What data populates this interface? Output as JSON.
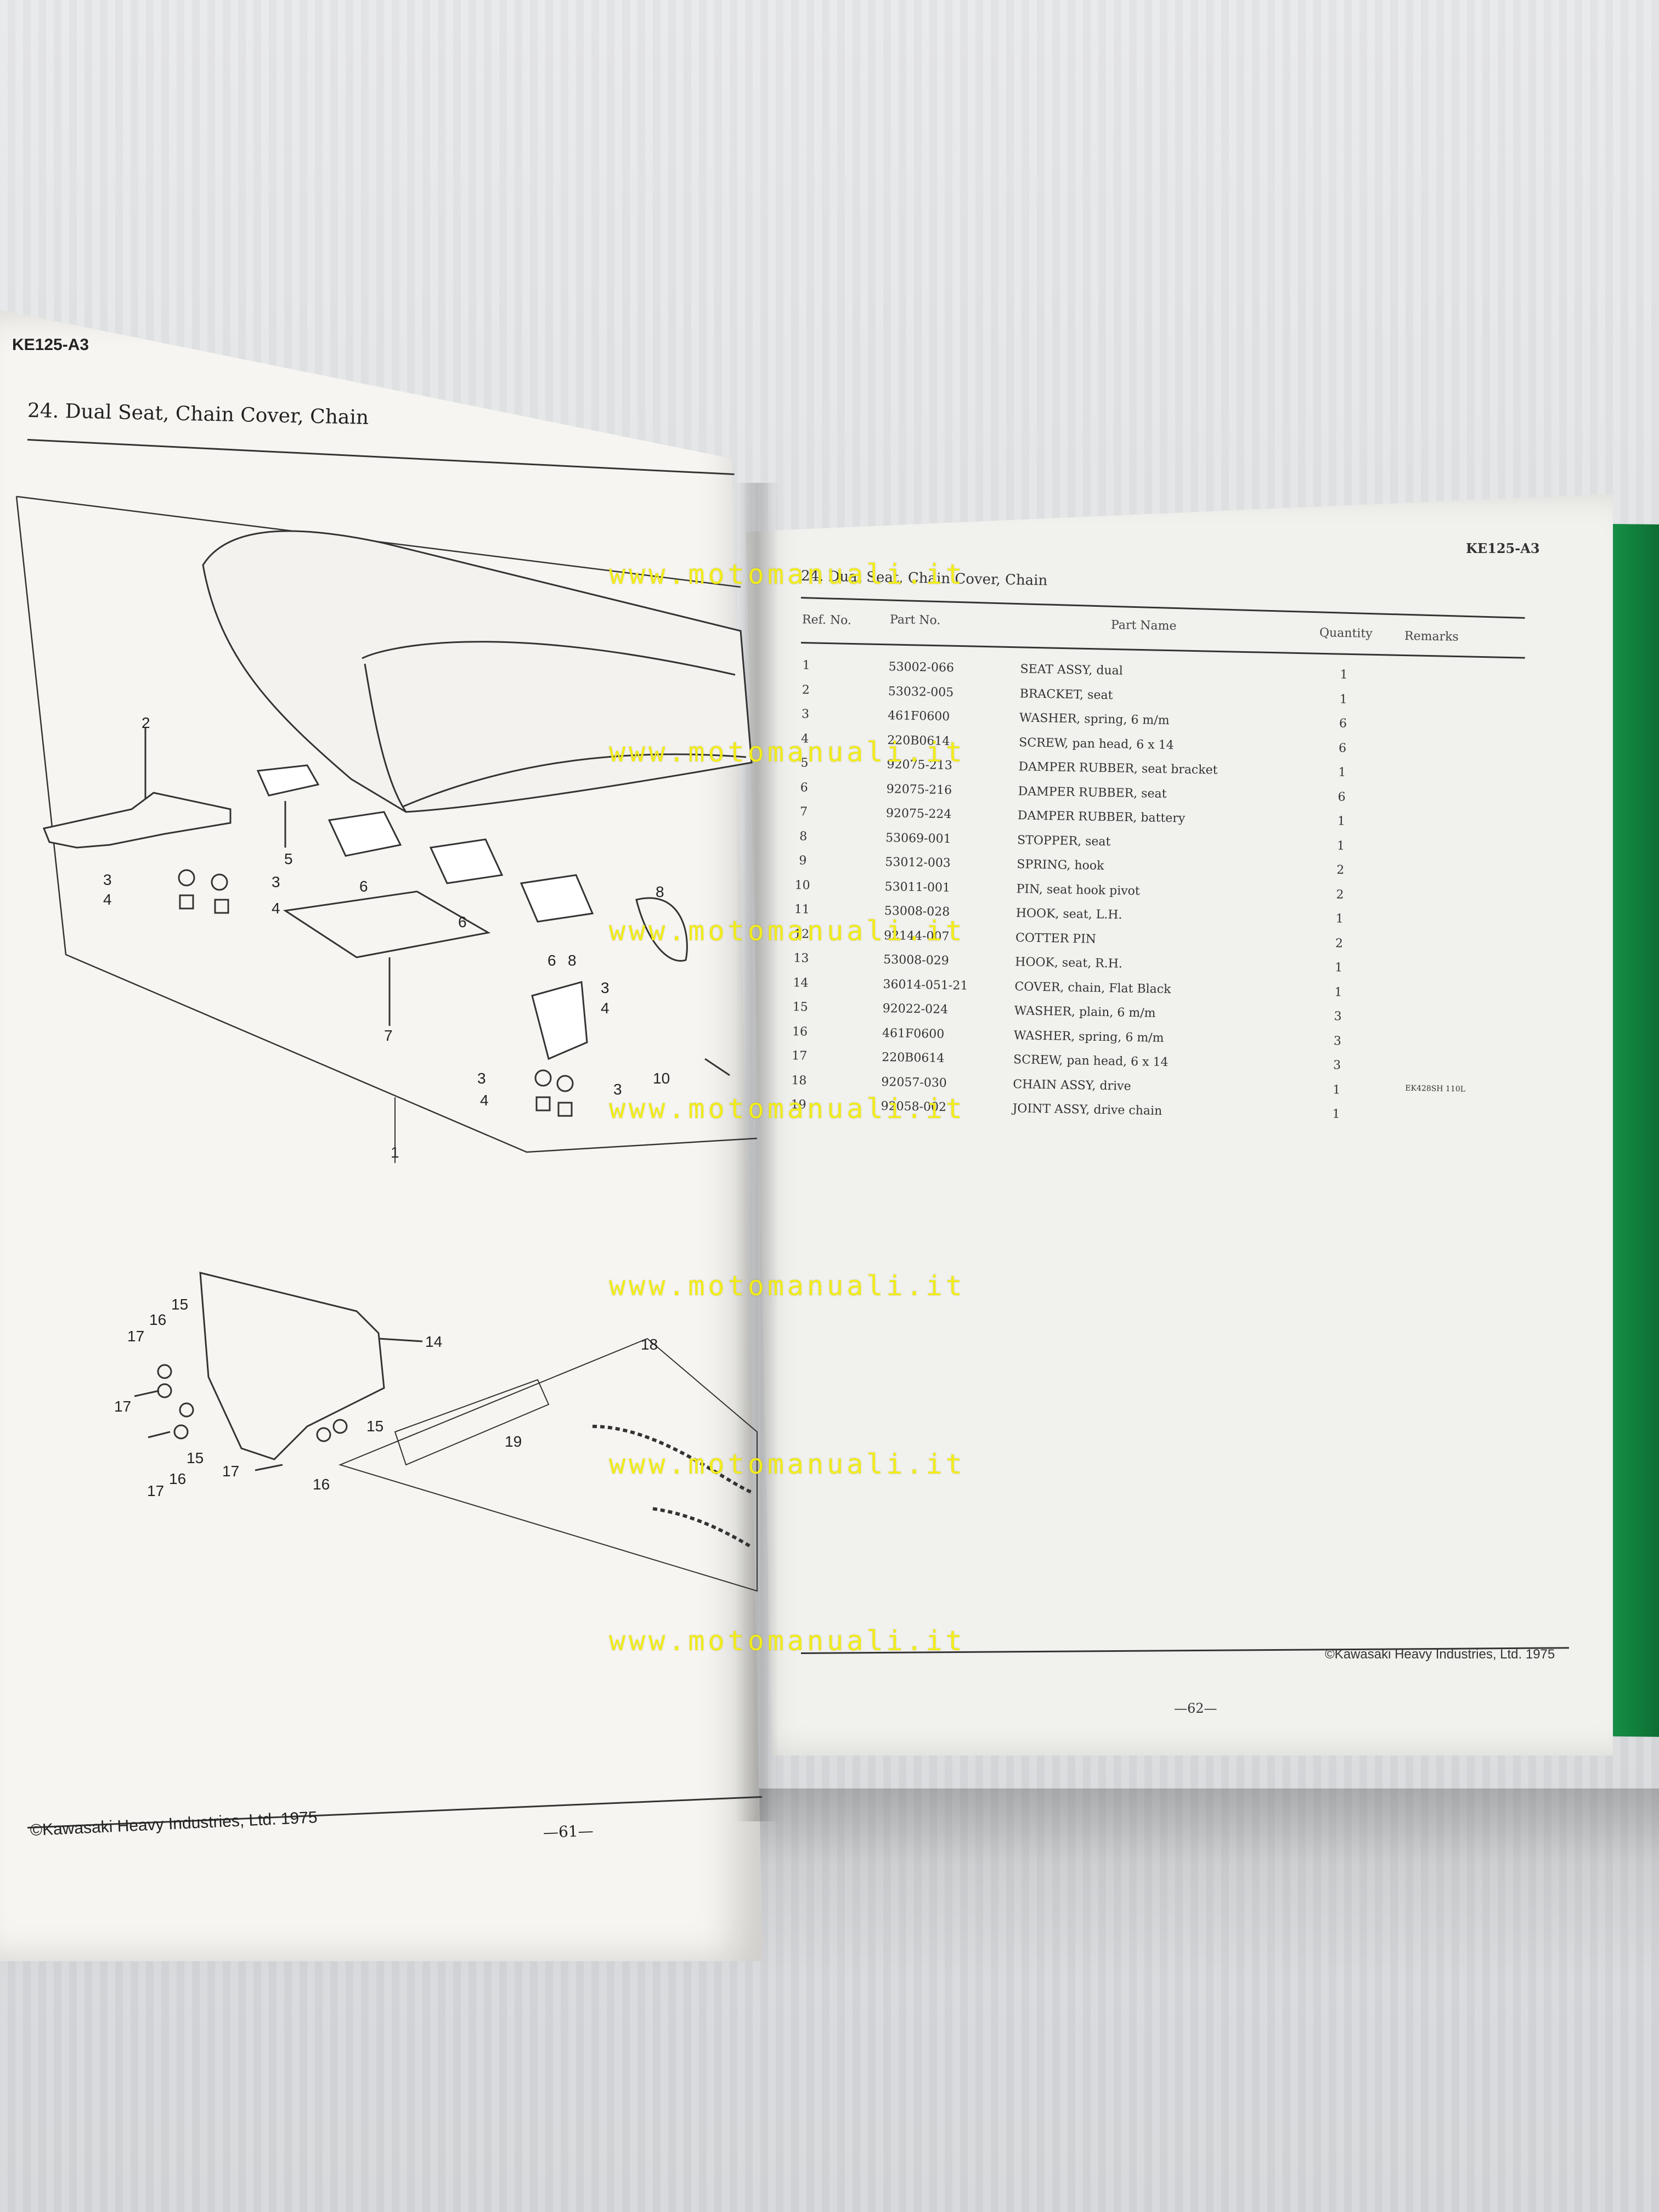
{
  "left_page": {
    "model": "KE125-A3",
    "section_title": "24.   Dual Seat, Chain Cover, Chain",
    "copyright": "©Kawasaki Heavy Industries, Ltd. 1975",
    "page_number": "—61—",
    "callouts": [
      "2",
      "5",
      "3",
      "3",
      "4",
      "4",
      "6",
      "6",
      "6",
      "8",
      "7",
      "3",
      "4",
      "8",
      "3",
      "3",
      "4",
      "10",
      "1",
      "15",
      "16",
      "17",
      "14",
      "18",
      "15",
      "16",
      "17",
      "15",
      "19",
      "17",
      "16",
      "17"
    ]
  },
  "right_page": {
    "model": "KE125-A3",
    "section_title": "24.   Dual Seat, Chain Cover, Chain",
    "headers": {
      "ref": "Ref. No.",
      "part_no": "Part No.",
      "part_name": "Part Name",
      "qty": "Quantity",
      "remarks": "Remarks"
    },
    "rows": [
      {
        "ref": "1",
        "part": "53002-066",
        "name": "SEAT ASSY, dual",
        "qty": "1",
        "rem": ""
      },
      {
        "ref": "2",
        "part": "53032-005",
        "name": "BRACKET, seat",
        "qty": "1",
        "rem": ""
      },
      {
        "ref": "3",
        "part": "461F0600",
        "name": "WASHER, spring, 6 m/m",
        "qty": "6",
        "rem": ""
      },
      {
        "ref": "4",
        "part": "220B0614",
        "name": "SCREW, pan head, 6 x 14",
        "qty": "6",
        "rem": ""
      },
      {
        "ref": "5",
        "part": "92075-213",
        "name": "DAMPER RUBBER, seat bracket",
        "qty": "1",
        "rem": ""
      },
      {
        "ref": "6",
        "part": "92075-216",
        "name": "DAMPER RUBBER, seat",
        "qty": "6",
        "rem": ""
      },
      {
        "ref": "7",
        "part": "92075-224",
        "name": "DAMPER RUBBER, battery",
        "qty": "1",
        "rem": ""
      },
      {
        "ref": "8",
        "part": "53069-001",
        "name": "STOPPER, seat",
        "qty": "1",
        "rem": ""
      },
      {
        "ref": "9",
        "part": "53012-003",
        "name": "SPRING, hook",
        "qty": "2",
        "rem": ""
      },
      {
        "ref": "10",
        "part": "53011-001",
        "name": "PIN, seat hook pivot",
        "qty": "2",
        "rem": ""
      },
      {
        "ref": "11",
        "part": "53008-028",
        "name": "HOOK, seat, L.H.",
        "qty": "1",
        "rem": ""
      },
      {
        "ref": "12",
        "part": "92144-007",
        "name": "COTTER PIN",
        "qty": "2",
        "rem": ""
      },
      {
        "ref": "13",
        "part": "53008-029",
        "name": "HOOK, seat, R.H.",
        "qty": "1",
        "rem": ""
      },
      {
        "ref": "14",
        "part": "36014-051-21",
        "name": "COVER, chain, Flat Black",
        "qty": "1",
        "rem": ""
      },
      {
        "ref": "15",
        "part": "92022-024",
        "name": "WASHER, plain, 6 m/m",
        "qty": "3",
        "rem": ""
      },
      {
        "ref": "16",
        "part": "461F0600",
        "name": "WASHER, spring, 6 m/m",
        "qty": "3",
        "rem": ""
      },
      {
        "ref": "17",
        "part": "220B0614",
        "name": "SCREW, pan head, 6 x 14",
        "qty": "3",
        "rem": ""
      },
      {
        "ref": "18",
        "part": "92057-030",
        "name": "CHAIN ASSY, drive",
        "qty": "1",
        "rem": "EK428SH 110L"
      },
      {
        "ref": "19",
        "part": "92058-002",
        "name": "JOINT ASSY, drive chain",
        "qty": "1",
        "rem": ""
      }
    ],
    "copyright": "©Kawasaki Heavy Industries, Ltd. 1975",
    "page_number": "—62—"
  },
  "watermarks": [
    "www.motomanuali.it",
    "www.motomanuali.it",
    "www.motomanuali.it",
    "www.motomanuali.it",
    "www.motomanuali.it",
    "www.motomanuali.it",
    "www.motomanuali.it"
  ]
}
